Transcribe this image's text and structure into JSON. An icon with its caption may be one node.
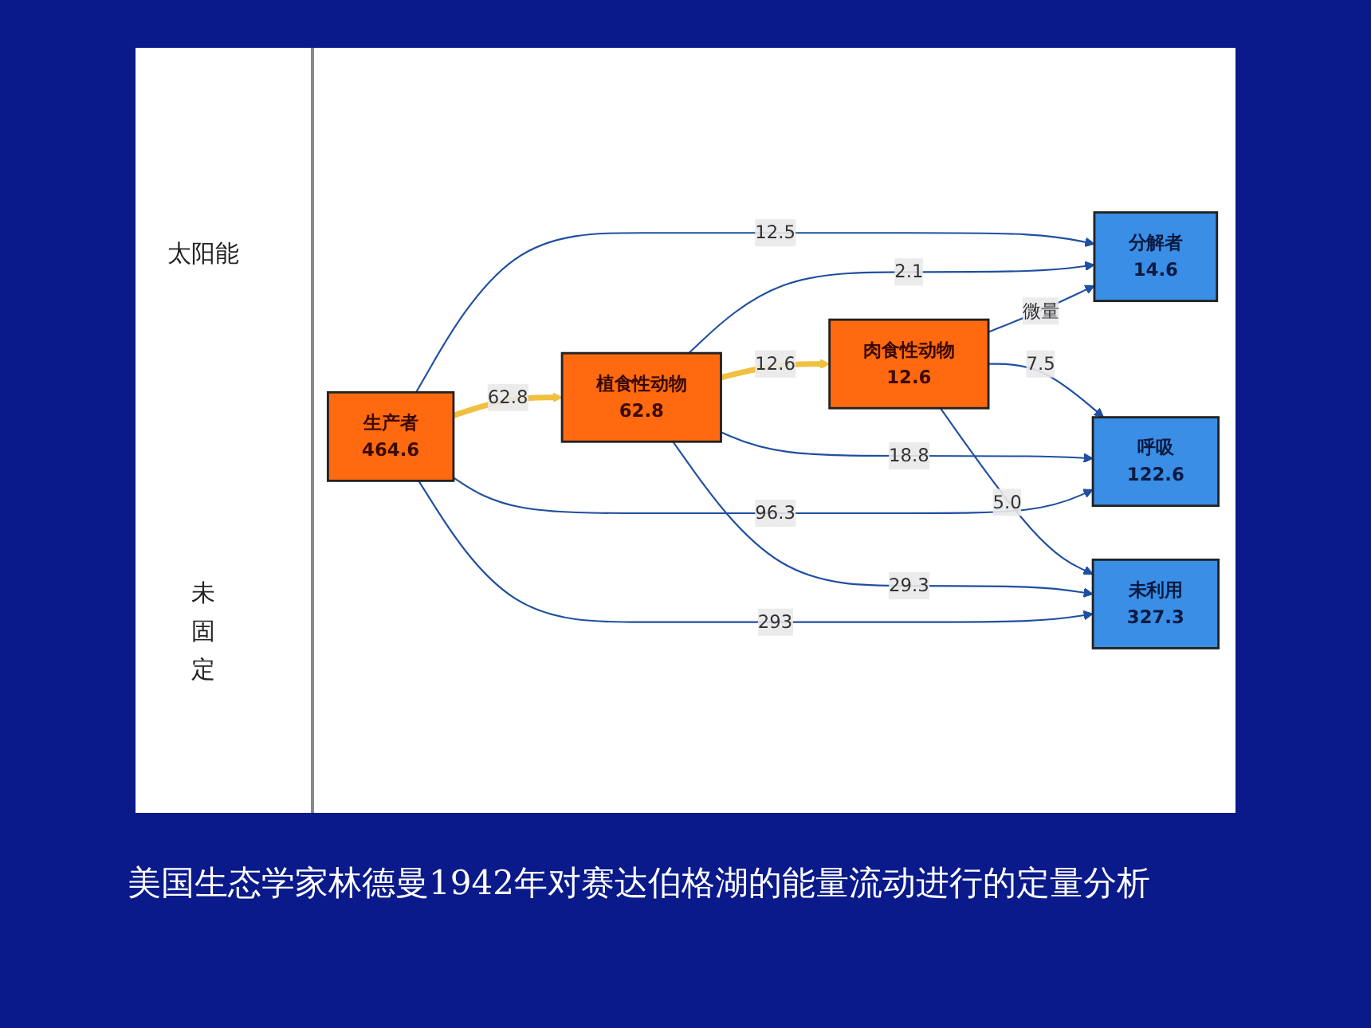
{
  "diagram": {
    "caption": "美国生态学家林德曼1942年对赛达伯格湖的能量流动进行的定量分析",
    "nodes": [
      {
        "text": [
          "分解者",
          "14.6"
        ]
      },
      {
        "text": [
          "生产者",
          "464.6"
        ]
      },
      {
        "text": [
          "植食性动物",
          "62.8"
        ]
      },
      {
        "text": [
          "肉食性动物",
          "12.6"
        ]
      },
      {
        "text": [
          "呼吸",
          "122.6"
        ]
      },
      {
        "text": [
          "未利用",
          "327.3"
        ]
      }
    ],
    "edges": [
      {
        "from": 1,
        "to": 0,
        "arrow": "to",
        "label": "12.5"
      },
      {
        "from": 2,
        "to": 0,
        "arrow": "to",
        "label": "2.1"
      },
      {
        "from": 3,
        "to": 0,
        "arrow": "to",
        "label": "微量"
      },
      {
        "from": 1,
        "to": 2,
        "arrow": "to",
        "label": "62.8",
        "style": "thick",
        "color": "#f0c040"
      },
      {
        "from": 2,
        "to": 3,
        "arrow": "to",
        "label": "12.6",
        "style": "thick",
        "color": "#f0c040"
      },
      {
        "from": 3,
        "to": 4,
        "arrow": "to",
        "label": "7.5"
      },
      {
        "from": 3,
        "to": 5,
        "arrow": "to",
        "label": "5.0"
      },
      {
        "from": 2,
        "to": 4,
        "arrow": "to",
        "label": "18.8"
      },
      {
        "from": 2,
        "to": 5,
        "arrow": "to",
        "label": "29.3"
      },
      {
        "from": 1,
        "to": 4,
        "arrow": "to",
        "label": "96.3"
      },
      {
        "from": 1,
        "to": 5,
        "arrow": "to",
        "label": "293"
      }
    ],
    "labels": [
      "太阳能",
      "未固定"
    ]
  }
}
